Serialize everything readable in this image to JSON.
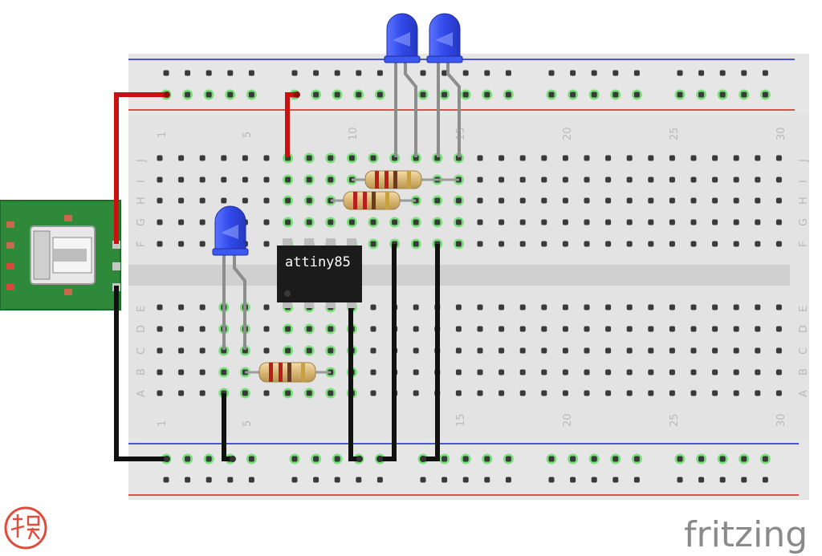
{
  "breadboard": {
    "column_numbers_top": [
      "1",
      "5",
      "10",
      "15",
      "20",
      "25",
      "30"
    ],
    "column_numbers_bottom": [
      "1",
      "5",
      "15",
      "20",
      "25",
      "30"
    ],
    "row_letters_top": [
      "J",
      "I",
      "H",
      "G",
      "F"
    ],
    "row_letters_bottom": [
      "E",
      "D",
      "C",
      "B",
      "A"
    ]
  },
  "chip": {
    "label": "attiny85"
  },
  "branding": {
    "logo_text": "fritzing"
  },
  "colors": {
    "breadboard": "#e3e3e3",
    "wire_power": "#cc1010",
    "wire_ground": "#111111",
    "led": "#3a57f2",
    "pcb": "#2e8a3a",
    "rail_blue": "#1c25c8",
    "rail_red": "#d61d1d",
    "hole_connected": "#7be07b"
  }
}
